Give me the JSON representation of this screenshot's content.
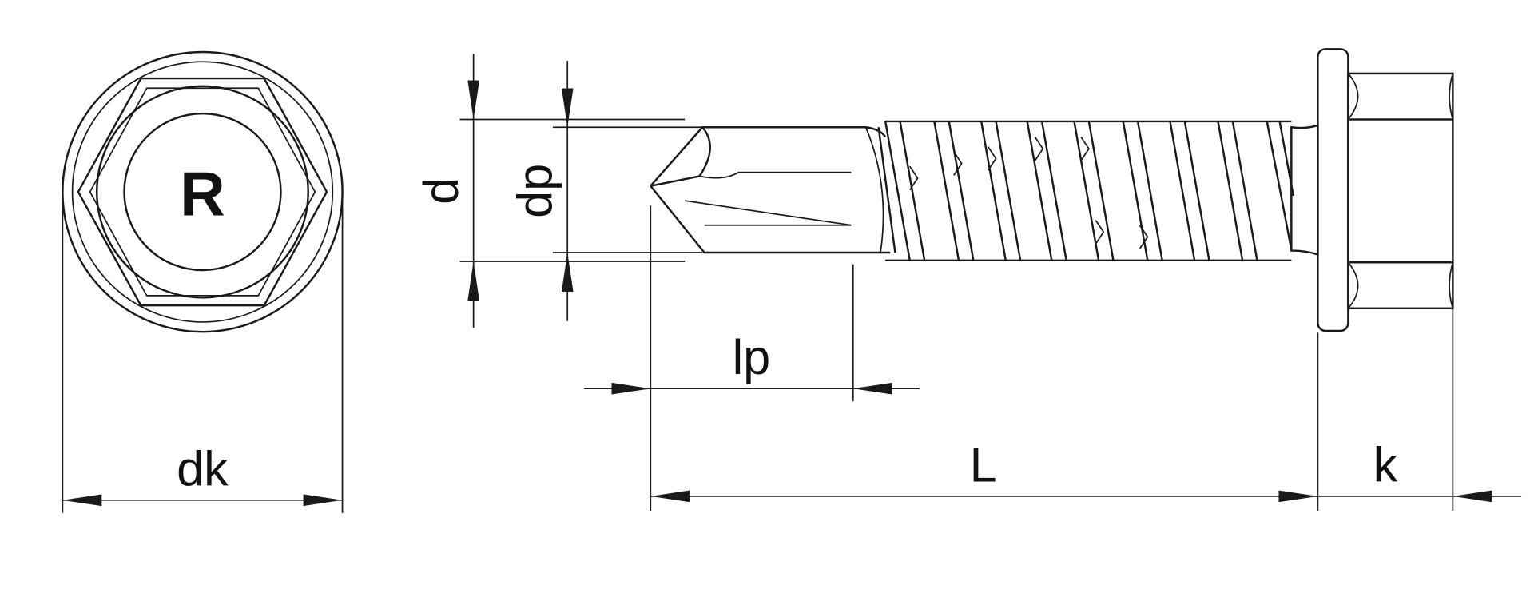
{
  "head_view": {
    "marking": "R",
    "dimension_label": "dk"
  },
  "side_view": {
    "dimensions": {
      "thread_diameter": "d",
      "drill_point_diameter": "dp",
      "drill_point_length": "lp",
      "length": "L",
      "head_height": "k"
    }
  },
  "colors": {
    "line": "#1a1a1a",
    "background": "#ffffff"
  }
}
